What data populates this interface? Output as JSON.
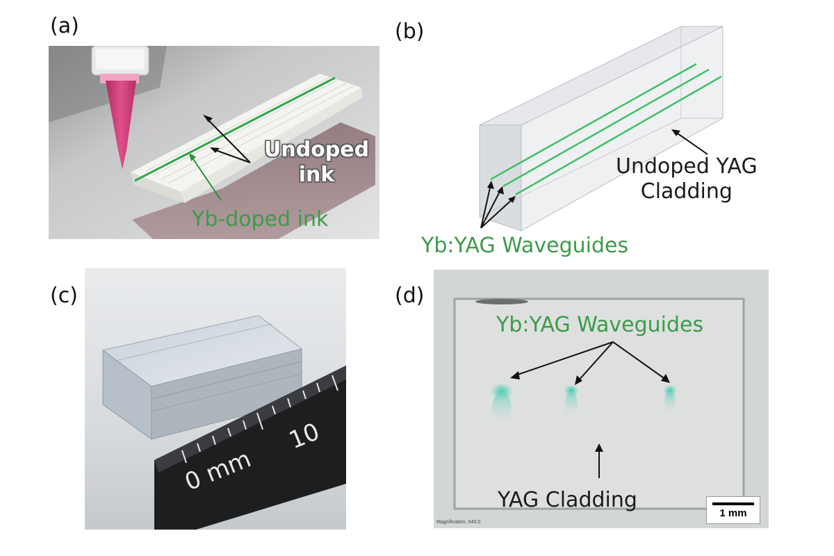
{
  "panels": {
    "a": {
      "letter": "(a)",
      "label_undoped_line1": "Undoped",
      "label_undoped_line2": "ink",
      "label_doped": "Yb-doped ink"
    },
    "b": {
      "letter": "(b)",
      "label_cladding_line1": "Undoped YAG",
      "label_cladding_line2": "Cladding",
      "label_waveguides": "Yb:YAG Waveguides"
    },
    "c": {
      "letter": "(c)",
      "ruler_mm": "0 mm",
      "ruler_ten": "10"
    },
    "d": {
      "letter": "(d)",
      "label_waveguides": "Yb:YAG Waveguides",
      "label_cladding": "YAG Cladding",
      "scale_bar": "1 mm",
      "magnification": "Magnification: X40.0"
    }
  },
  "colors": {
    "waveguide_green": "#3d9a4a",
    "nozzle_pink": "#d8407a",
    "glow_teal": "#3cc9b4"
  }
}
